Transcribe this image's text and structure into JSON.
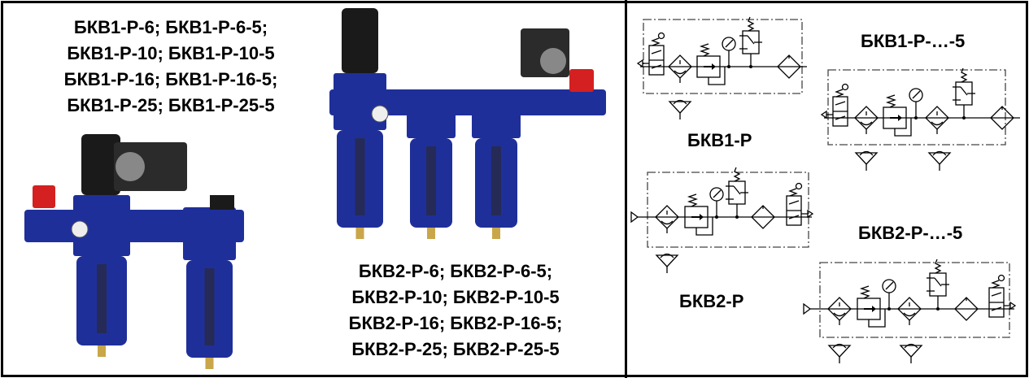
{
  "left_panel": {
    "group1_lines": [
      "БКВ1-Р-6; БКВ1-Р-6-5;",
      "БКВ1-Р-10; БКВ1-Р-10-5",
      "БКВ1-Р-16; БКВ1-Р-16-5;",
      "БКВ1-Р-25; БКВ1-Р-25-5"
    ],
    "group2_lines": [
      "БКВ2-Р-6; БКВ2-Р-6-5;",
      "БКВ2-Р-10; БКВ2-Р-10-5",
      "БКВ2-Р-16; БКВ2-Р-16-5;",
      "БКВ2-Р-25; БКВ2-Р-25-5"
    ]
  },
  "right_panel": {
    "labels": {
      "bkv1_p": "БКВ1-Р",
      "bkv1_p5": "БКВ1-Р-…-5",
      "bkv2_p": "БКВ2-Р",
      "bkv2_p5": "БКВ2-Р-…-5"
    }
  },
  "colors": {
    "unit_blue": "#1f2f9a",
    "cap_black": "#1a1a1a",
    "valve_red": "#d42020"
  }
}
